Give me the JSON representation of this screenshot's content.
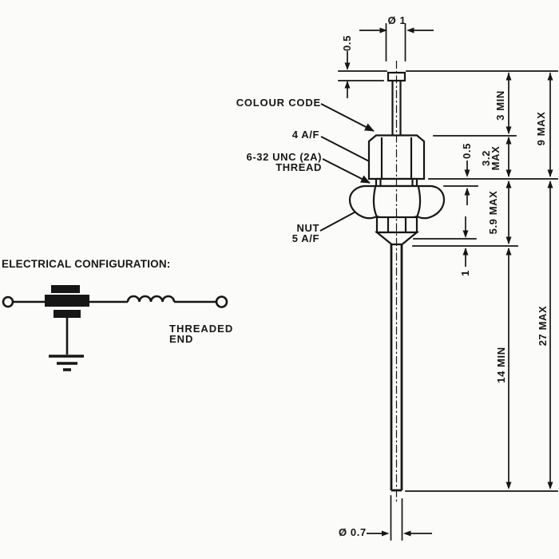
{
  "colors": {
    "ink": "#161616",
    "paper": "#fbfbf9"
  },
  "schematic": {
    "heading": "ELECTRICAL CONFIGURATION:",
    "threaded_line1": "THREADED",
    "threaded_line2": "END"
  },
  "callouts": {
    "colour_code": "COLOUR CODE",
    "hex_af": "4 A/F",
    "thread_line1": "6-32 UNC (2A)",
    "thread_line2": "THREAD",
    "nut_line1": "NUT",
    "nut_line2": "5 A/F"
  },
  "dimensions": {
    "top_diameter": "Ø 1",
    "cap_height": "0.5",
    "three_min": "3 MIN",
    "nine_max": "9 MAX",
    "thread_exposed": "0.5",
    "hex_height_l1": "3.2",
    "hex_height_l2": "MAX",
    "nut_section_max": "5.9 MAX",
    "pin_shoulder": "1",
    "fourteen_min": "14 MIN",
    "twentyseven_max": "27 MAX",
    "bottom_diameter": "Ø 0.7"
  }
}
